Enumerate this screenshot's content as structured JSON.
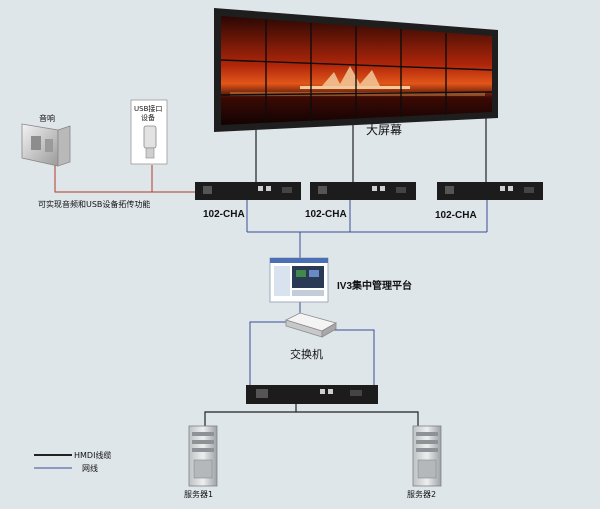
{
  "labels": {
    "screen": "大屏幕",
    "speaker": "音响",
    "usb_line1": "USB接口",
    "usb_line2": "设备",
    "usb_note": "可实现音频和USB设备拓传功能",
    "box1": "102-CHA",
    "box2": "102-CHA",
    "box3": "102-CHA",
    "platform": "IV3集中管理平台",
    "switch": "交换机",
    "server1": "服务器1",
    "server2": "服务器2"
  },
  "legend": {
    "hdmi": "HMDI线缆",
    "network": "网线"
  },
  "colors": {
    "background": "#dfe6ea",
    "hdmi_line": "#222222",
    "network_line": "#3a4f9a",
    "usb_line": "#b23a2a",
    "device": "#1c1c1c"
  }
}
